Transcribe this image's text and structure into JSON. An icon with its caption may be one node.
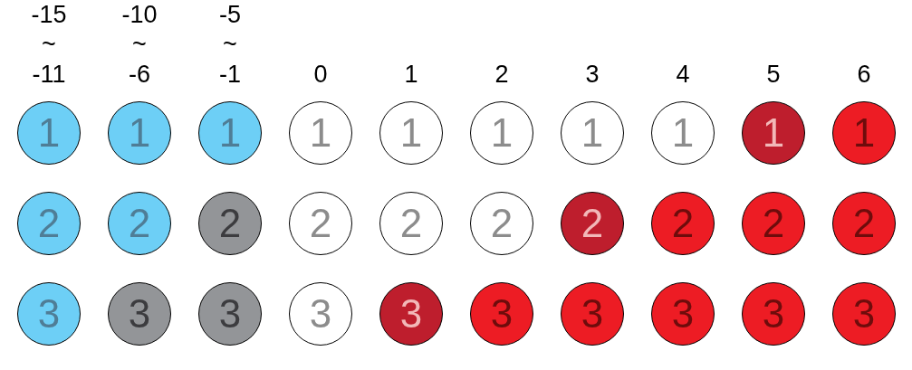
{
  "diagram": {
    "nodes": [
      {
        "text": [
          "1"
        ]
      },
      {
        "text": [
          "1"
        ]
      },
      {
        "text": [
          "1"
        ]
      },
      {
        "text": [
          "1"
        ]
      },
      {
        "text": [
          "1"
        ]
      },
      {
        "text": [
          "1"
        ]
      },
      {
        "text": [
          "1"
        ]
      },
      {
        "text": [
          "1"
        ]
      },
      {
        "text": [
          "1"
        ]
      },
      {
        "text": [
          "1"
        ]
      },
      {
        "text": [
          "2"
        ]
      },
      {
        "text": [
          "2"
        ]
      },
      {
        "text": [
          "2"
        ]
      },
      {
        "text": [
          "2"
        ]
      },
      {
        "text": [
          "2"
        ]
      },
      {
        "text": [
          "2"
        ]
      },
      {
        "text": [
          "2"
        ]
      },
      {
        "text": [
          "2"
        ]
      },
      {
        "text": [
          "2"
        ]
      },
      {
        "text": [
          "2"
        ]
      },
      {
        "text": [
          "3"
        ]
      },
      {
        "text": [
          "3"
        ]
      },
      {
        "text": [
          "3"
        ]
      },
      {
        "text": [
          "3"
        ]
      },
      {
        "text": [
          "3"
        ]
      },
      {
        "text": [
          "3"
        ]
      },
      {
        "text": [
          "3"
        ]
      },
      {
        "text": [
          "3"
        ]
      },
      {
        "text": [
          "3"
        ]
      },
      {
        "text": [
          "3"
        ]
      }
    ],
    "edges": [],
    "labels": [
      "-15 ~ -11",
      "-10 ~ -6",
      "-5 ~ -1",
      "0",
      "1",
      "2",
      "3",
      "4",
      "5",
      "6"
    ]
  }
}
